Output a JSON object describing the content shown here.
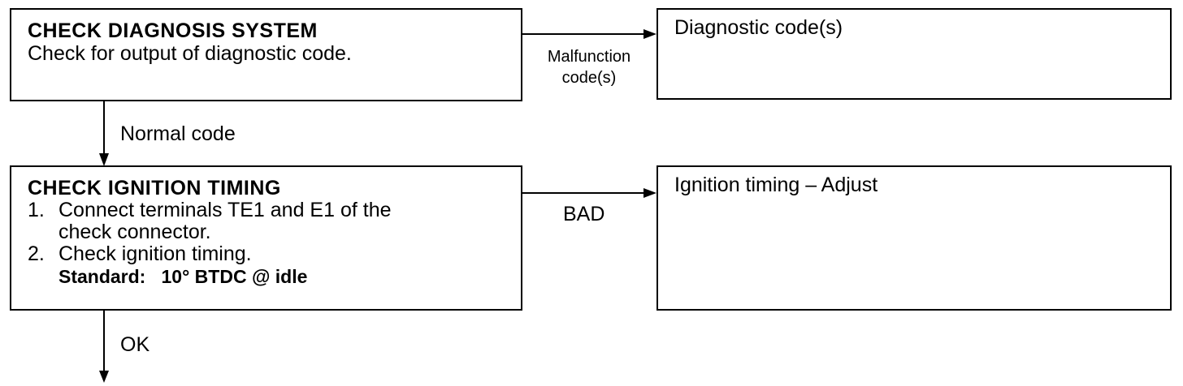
{
  "box1": {
    "title": "CHECK DIAGNOSIS SYSTEM",
    "text": "Check for output of diagnostic code."
  },
  "box1_result": {
    "text": "Diagnostic code(s)"
  },
  "edge_malfunction": {
    "line1": "Malfunction",
    "line2": "code(s)"
  },
  "edge_normal": {
    "label": "Normal code"
  },
  "box2": {
    "title": "CHECK IGNITION TIMING",
    "steps": [
      {
        "num": "1.",
        "text": "Connect terminals TE1 and E1 of the",
        "cont": "check connector."
      },
      {
        "num": "2.",
        "text": "Check ignition timing."
      }
    ],
    "standard": "Standard:   10° BTDC @ idle"
  },
  "box2_result": {
    "text": "Ignition timing – Adjust"
  },
  "edge_bad": {
    "label": "BAD"
  },
  "edge_ok": {
    "label": "OK"
  }
}
